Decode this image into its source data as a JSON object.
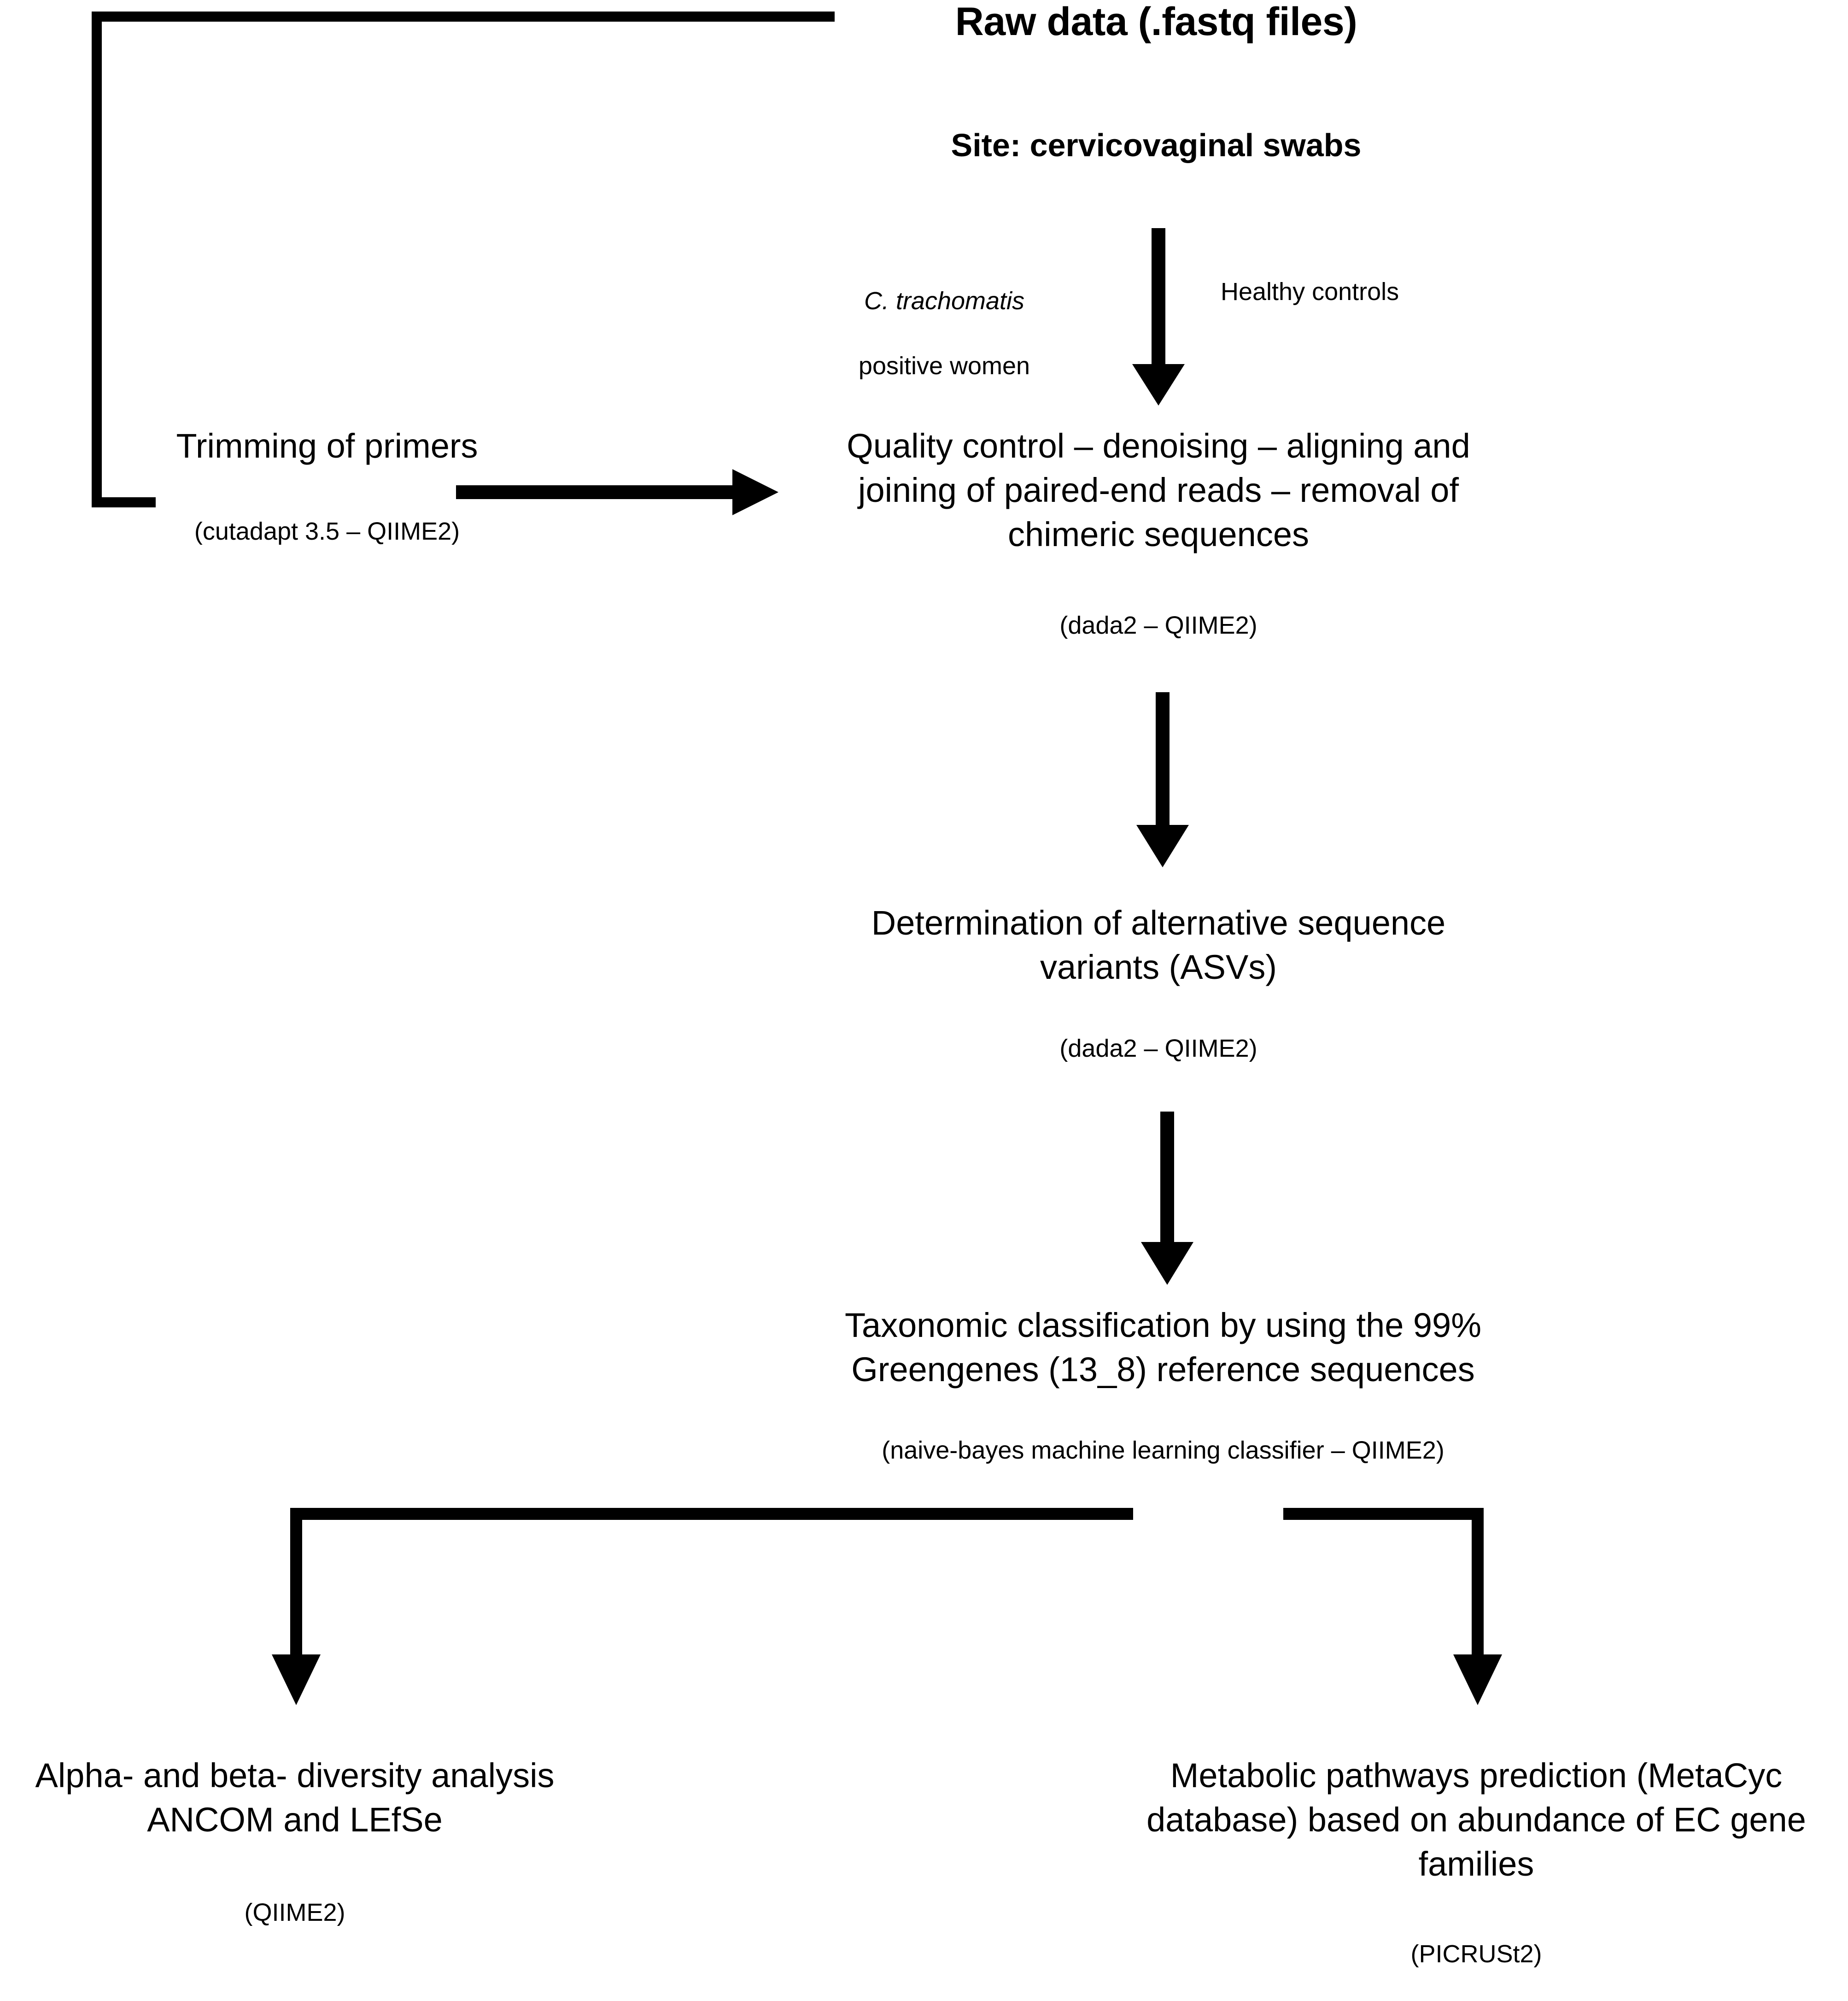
{
  "figure": {
    "type": "flowchart",
    "orientation": "top-to-bottom",
    "background_color": "#ffffff",
    "line_color": "#000000"
  },
  "nodes": {
    "raw_data": {
      "title": "Raw data (.fastq files)",
      "subtitle": "Site: cervicovaginal swabs"
    },
    "trimming": {
      "label": "Trimming of primers",
      "tool": "(cutadapt 3.5 – QIIME2)"
    },
    "quality_control": {
      "label": "Quality control – denoising – aligning and joining of paired-end reads – removal of chimeric sequences",
      "tool": "(dada2 – QIIME2)"
    },
    "asv": {
      "label": "Determination of alternative sequence variants (ASVs)",
      "tool": "(dada2 – QIIME2)"
    },
    "taxonomy": {
      "label": "Taxonomic classification by using the 99% Greengenes (13_8) reference sequences",
      "tool": "(naive-bayes machine learning classifier – QIIME2)"
    },
    "diversity": {
      "label": "Alpha- and beta- diversity analysis ANCOM and LEfSe",
      "tool": "(QIIME2)"
    },
    "pathways": {
      "label": "Metabolic pathways prediction (MetaCyc database) based on abundance of EC gene families",
      "tool": "(PICRUSt2)"
    }
  },
  "edge_labels": {
    "ct_positive_line1": "C. trachomatis",
    "ct_positive_line2": "positive women",
    "healthy_controls": "Healthy controls"
  }
}
